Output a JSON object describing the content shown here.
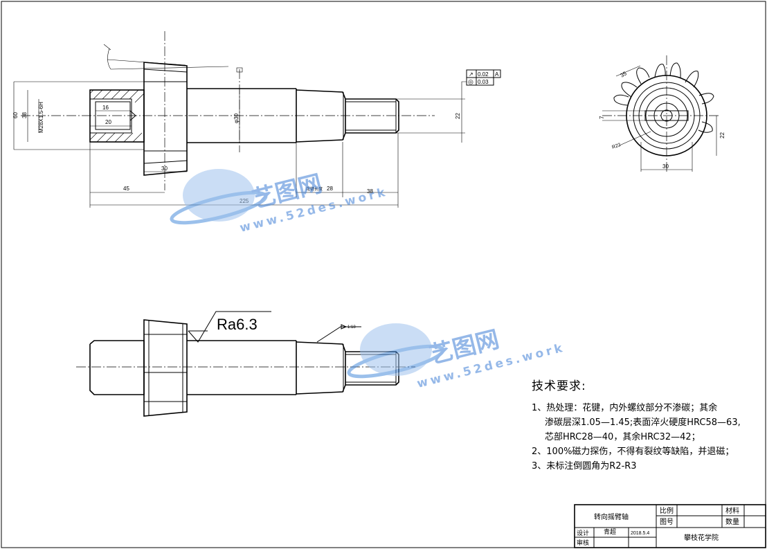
{
  "drawing": {
    "dimensions": {
      "d60": "60",
      "d38": "38",
      "thread": "M28X1.5-6H",
      "d16": "16",
      "d20": "20",
      "d30": "30",
      "d45": "45",
      "d225": "225",
      "phi30": "φ30",
      "d22": "22",
      "d28": "28",
      "d38b": "38",
      "spline_label": "花键长度",
      "gear_35": "35",
      "gear_7": "7",
      "gear_r22": "R22",
      "gear_22": "22",
      "gear_30": "30"
    },
    "tolerance": {
      "runout_symbol": "↗",
      "runout_value": "0.02",
      "runout_datum": "A",
      "coax_symbol": "◎",
      "coax_value": "0.03"
    },
    "roughness": "Ra6.3",
    "taper": "1:18"
  },
  "watermark": {
    "brand": "艺图网",
    "url": "www.52des.work"
  },
  "tech_requirements": {
    "title": "技术要求:",
    "item1_line1": "1、热处理：花键，内外螺纹部分不渗碳；其余",
    "item1_line2": "渗碳层深1.05—1.45;表面淬火硬度HRC58—63,",
    "item1_line3": "芯部HRC28—40，其余HRC32—42；",
    "item2": "2、100%磁力探伤，不得有裂纹等缺陷，并退磁；",
    "item3": "3、未标注倒圆角为R2-R3"
  },
  "title_block": {
    "part_name": "转向摇臂轴",
    "scale_label": "比例",
    "material_label": "材料",
    "drawing_no_label": "图号",
    "quantity_label": "数量",
    "design_label": "设计",
    "designer": "青超",
    "date": "2018.5.4",
    "review_label": "审核",
    "school": "攀枝花学院"
  }
}
